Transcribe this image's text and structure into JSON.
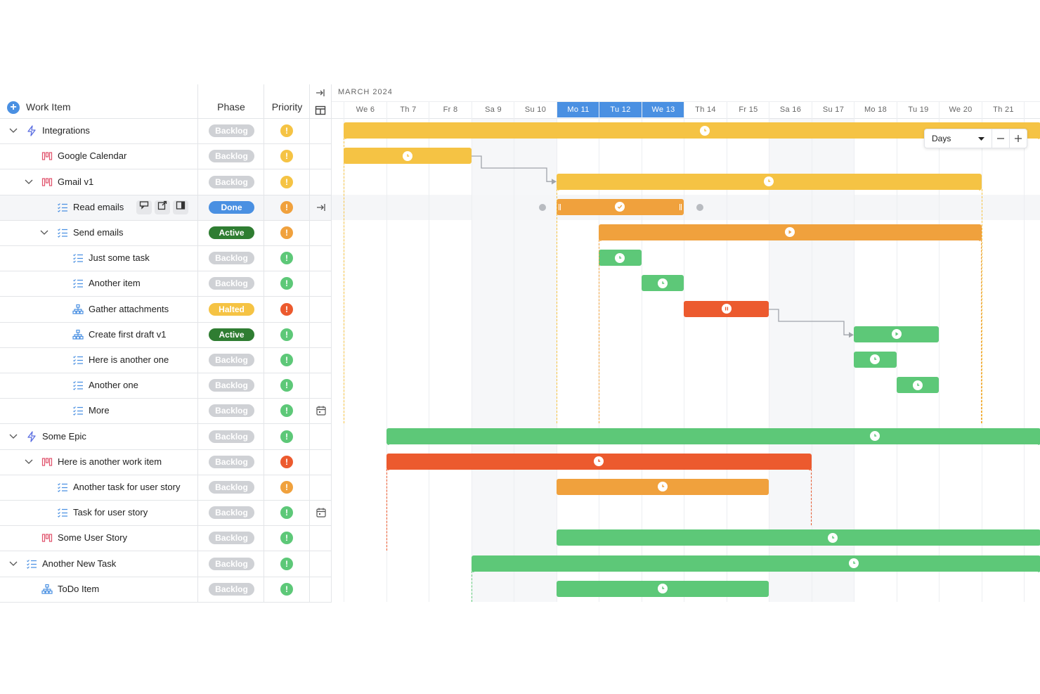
{
  "columns": {
    "work_item": "Work Item",
    "phase": "Phase",
    "priority": "Priority"
  },
  "timeline": {
    "month": "MARCH 2024",
    "days": [
      "We 6",
      "Th 7",
      "Fr 8",
      "Sa 9",
      "Su 10",
      "Mo 11",
      "Tu 12",
      "We 13",
      "Th 14",
      "Fr 15",
      "Sa 16",
      "Su 17",
      "Mo 18",
      "Tu 19",
      "We 20",
      "Th 21",
      "F"
    ],
    "selected_days": [
      "Mo 11",
      "Tu 12",
      "We 13"
    ],
    "zoom_label": "Days"
  },
  "colors": {
    "yellow": "#f5c344",
    "orange": "#f0a13d",
    "green": "#5dc878",
    "red": "#ec5a2e",
    "blue": "#4a90e2",
    "dark_green": "#2f7d32",
    "gray_badge": "#cfd1d5"
  },
  "rows": [
    {
      "label": "Integrations",
      "type": "epic-icon",
      "phase": "Backlog",
      "priority": "yellow"
    },
    {
      "label": "Google Calendar",
      "type": "story-icon",
      "phase": "Backlog",
      "priority": "yellow"
    },
    {
      "label": "Gmail v1",
      "type": "story-icon",
      "phase": "Backlog",
      "priority": "yellow"
    },
    {
      "label": "Read emails",
      "type": "task-icon",
      "phase": "Done",
      "priority": "orange"
    },
    {
      "label": "Send emails",
      "type": "task-icon",
      "phase": "Active",
      "priority": "orange"
    },
    {
      "label": "Just some task",
      "type": "task-icon",
      "phase": "Backlog",
      "priority": "green"
    },
    {
      "label": "Another item",
      "type": "task-icon",
      "phase": "Backlog",
      "priority": "green"
    },
    {
      "label": "Gather attachments",
      "type": "hierarchy-icon",
      "phase": "Halted",
      "priority": "red"
    },
    {
      "label": "Create first draft v1",
      "type": "hierarchy-icon",
      "phase": "Active",
      "priority": "green"
    },
    {
      "label": "Here is another one",
      "type": "task-icon",
      "phase": "Backlog",
      "priority": "green"
    },
    {
      "label": "Another one",
      "type": "task-icon",
      "phase": "Backlog",
      "priority": "green"
    },
    {
      "label": "More",
      "type": "task-icon",
      "phase": "Backlog",
      "priority": "green"
    },
    {
      "label": "Some Epic",
      "type": "epic-icon",
      "phase": "Backlog",
      "priority": "green"
    },
    {
      "label": "Here is another work item",
      "type": "story-icon",
      "phase": "Backlog",
      "priority": "red"
    },
    {
      "label": "Another task for user story",
      "type": "task-icon",
      "phase": "Backlog",
      "priority": "orange"
    },
    {
      "label": "Task for user story",
      "type": "task-icon",
      "phase": "Backlog",
      "priority": "green"
    },
    {
      "label": "Some User Story",
      "type": "story-icon",
      "phase": "Backlog",
      "priority": "green"
    },
    {
      "label": "Another New Task",
      "type": "task-icon",
      "phase": "Backlog",
      "priority": "green"
    },
    {
      "label": "ToDo Item",
      "type": "hierarchy-icon",
      "phase": "Backlog",
      "priority": "green"
    }
  ]
}
